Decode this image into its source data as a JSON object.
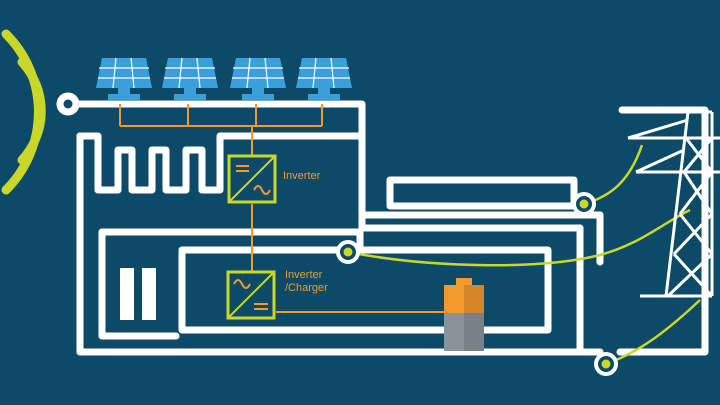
{
  "labels": {
    "inverter": "Inverter",
    "inverter_charger_line1": "Inverter",
    "inverter_charger_line2": "/Charger"
  },
  "colors": {
    "background": "#0d4a67",
    "track": "#ffffff",
    "panel": "#3aa0dc",
    "signal": "#c9d62a",
    "dc_wire": "#f29a2e",
    "battery_cap": "#f29a2e",
    "battery_body": "#8a9399"
  },
  "icons": [
    "wifi-signal-icon",
    "solar-panel-icon",
    "inverter-icon",
    "inverter-charger-icon",
    "battery-icon",
    "power-tower-icon",
    "connection-node-icon"
  ]
}
